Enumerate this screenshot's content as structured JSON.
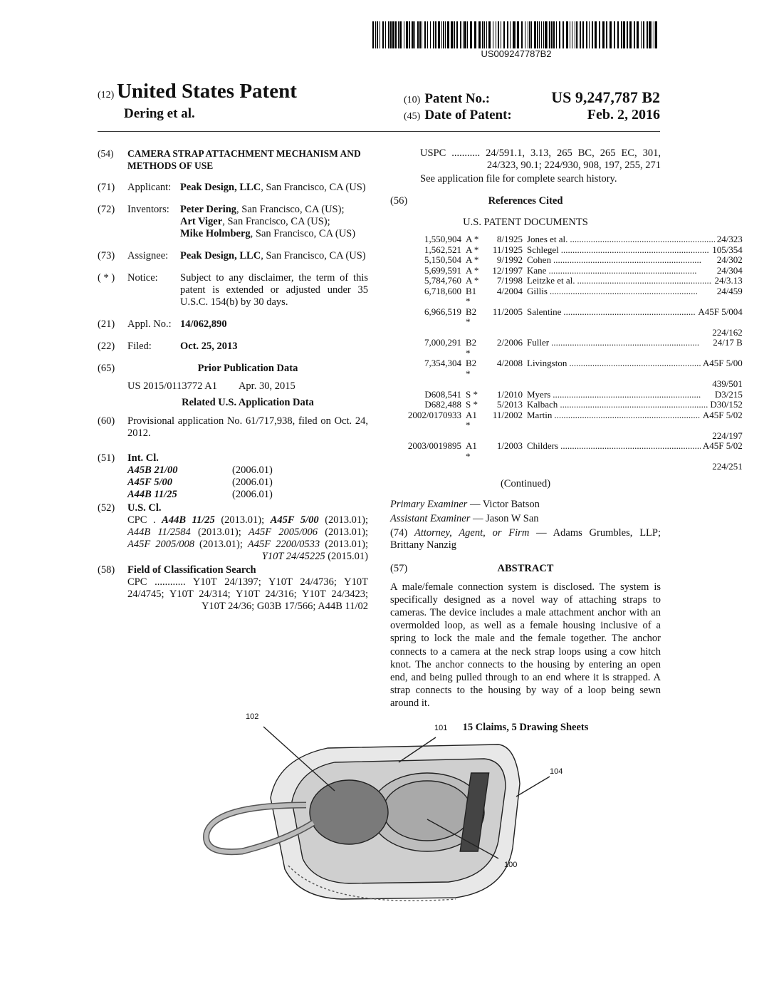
{
  "barcode": {
    "number": "US009247787B2"
  },
  "header": {
    "code12": "(12)",
    "title": "United States Patent",
    "inventor_short": "Dering et al.",
    "code10": "(10)",
    "patent_no_label": "Patent No.:",
    "patent_no": "US 9,247,787 B2",
    "code45": "(45)",
    "date_label": "Date of Patent:",
    "date": "Feb. 2, 2016"
  },
  "left": {
    "f54": {
      "code": "(54)",
      "text": "CAMERA STRAP ATTACHMENT MECHANISM AND METHODS OF USE"
    },
    "f71": {
      "code": "(71)",
      "label": "Applicant:",
      "name": "Peak Design, LLC",
      "rest": ", San Francisco, CA (US)"
    },
    "f72": {
      "code": "(72)",
      "label": "Inventors:",
      "p1": "Peter Dering",
      "p1r": ", San Francisco, CA (US);",
      "p2": "Art Viger",
      "p2r": ", San Francisco, CA (US);",
      "p3": "Mike Holmberg",
      "p3r": ", San Francisco, CA (US)"
    },
    "f73": {
      "code": "(73)",
      "label": "Assignee:",
      "name": "Peak Design, LLC",
      "rest": ", San Francisco, CA (US)"
    },
    "notice": {
      "code": "( * )",
      "label": "Notice:",
      "text": "Subject to any disclaimer, the term of this patent is extended or adjusted under 35 U.S.C. 154(b) by 30 days."
    },
    "f21": {
      "code": "(21)",
      "label": "Appl. No.:",
      "value": "14/062,890"
    },
    "f22": {
      "code": "(22)",
      "label": "Filed:",
      "value": "Oct. 25, 2013"
    },
    "f65": {
      "code": "(65)",
      "heading": "Prior Publication Data",
      "pub": "US 2015/0113772 A1",
      "date": "Apr. 30, 2015"
    },
    "related": {
      "heading": "Related U.S. Application Data"
    },
    "f60": {
      "code": "(60)",
      "text": "Provisional application No. 61/717,938, filed on Oct. 24, 2012."
    },
    "f51": {
      "code": "(51)",
      "heading": "Int. Cl.",
      "items": [
        {
          "cls": "A45B 21/00",
          "ver": "(2006.01)"
        },
        {
          "cls": "A45F 5/00",
          "ver": "(2006.01)"
        },
        {
          "cls": "A44B 11/25",
          "ver": "(2006.01)"
        }
      ]
    },
    "f52": {
      "code": "(52)",
      "heading": "U.S. Cl.",
      "cpc": "CPC . ",
      "parts": [
        [
          "A44B 11/25",
          "bi"
        ],
        [
          " (2013.01); ",
          ""
        ],
        [
          "A45F 5/00",
          "bi"
        ],
        [
          " (2013.01); ",
          ""
        ],
        [
          "A44B 11/2584",
          "i"
        ],
        [
          " (2013.01); ",
          ""
        ],
        [
          "A45F 2005/006",
          "i"
        ],
        [
          " (2013.01); ",
          ""
        ],
        [
          "A45F 2005/008",
          "i"
        ],
        [
          " (2013.01); ",
          ""
        ],
        [
          "A45F 2200/0533",
          "i"
        ],
        [
          " (2013.01); ",
          ""
        ],
        [
          "Y10T 24/45225",
          "i"
        ],
        [
          " (2015.01)",
          ""
        ]
      ]
    },
    "f58": {
      "code": "(58)",
      "heading": "Field of Classification Search",
      "cpc": "CPC ............ Y10T 24/1397; Y10T 24/4736; Y10T 24/4745; Y10T 24/314; Y10T 24/316; Y10T 24/3423; Y10T 24/36; G03B 17/566; A44B 11/02"
    }
  },
  "right": {
    "uspc": "USPC ........... 24/591.1, 3.13, 265 BC, 265 EC, 301, 24/323, 90.1; 224/930, 908, 197, 255, 271",
    "see": "See application file for complete search history.",
    "f56": {
      "code": "(56)",
      "heading": "References Cited",
      "sub": "U.S. PATENT DOCUMENTS"
    },
    "refs": [
      {
        "no": "1,550,904",
        "kind": "A *",
        "date": "8/1925",
        "name": "Jones et al.",
        "cls": "24/323"
      },
      {
        "no": "1,562,521",
        "kind": "A *",
        "date": "11/1925",
        "name": "Schlegel",
        "cls": "105/354"
      },
      {
        "no": "5,150,504",
        "kind": "A *",
        "date": "9/1992",
        "name": "Cohen",
        "cls": "24/302"
      },
      {
        "no": "5,699,591",
        "kind": "A *",
        "date": "12/1997",
        "name": "Kane",
        "cls": "24/304"
      },
      {
        "no": "5,784,760",
        "kind": "A *",
        "date": "7/1998",
        "name": "Leitzke et al.",
        "cls": "24/3.13"
      },
      {
        "no": "6,718,600",
        "kind": "B1 *",
        "date": "4/2004",
        "name": "Gillis",
        "cls": "24/459"
      },
      {
        "no": "6,966,519",
        "kind": "B2 *",
        "date": "11/2005",
        "name": "Salentine",
        "cls": "A45F 5/004",
        "extra": "224/162"
      },
      {
        "no": "7,000,291",
        "kind": "B2 *",
        "date": "2/2006",
        "name": "Fuller",
        "cls": "24/17 B"
      },
      {
        "no": "7,354,304",
        "kind": "B2 *",
        "date": "4/2008",
        "name": "Livingston",
        "cls": "A45F 5/00",
        "extra": "439/501"
      },
      {
        "no": "D608,541",
        "kind": "S *",
        "date": "1/2010",
        "name": "Myers",
        "cls": "D3/215"
      },
      {
        "no": "D682,488",
        "kind": "S *",
        "date": "5/2013",
        "name": "Kalbach",
        "cls": "D30/152"
      },
      {
        "no": "2002/0170933",
        "kind": "A1 *",
        "date": "11/2002",
        "name": "Martin",
        "cls": "A45F 5/02",
        "extra": "224/197"
      },
      {
        "no": "2003/0019895",
        "kind": "A1 *",
        "date": "1/2003",
        "name": "Childers",
        "cls": "A45F 5/02",
        "extra": "224/251"
      }
    ],
    "continued": "(Continued)",
    "primary_label": "Primary Examiner",
    "primary": " — Victor Batson",
    "assistant_label": "Assistant Examiner",
    "assistant": " — Jason W San",
    "attorney_code": "(74)",
    "attorney_label": "Attorney, Agent, or Firm",
    "attorney": " — Adams Grumbles, LLP; Brittany Nanzig",
    "f57": {
      "code": "(57)",
      "heading": "ABSTRACT"
    },
    "abstract": "A male/female connection system is disclosed. The system is specifically designed as a novel way of attaching straps to cameras. The device includes a male attachment anchor with an overmolded loop, as well as a female housing inclusive of a spring to lock the male and the female together. The anchor connects to a camera at the neck strap loops using a cow hitch knot. The anchor connects to the housing by entering an open end, and being pulled through to an end where it is strapped. A strap connects to the housing by way of a loop being sewn around it.",
    "claims": "15 Claims, 5 Drawing Sheets"
  },
  "figure": {
    "labels": [
      "102",
      "101",
      "104",
      "100"
    ]
  }
}
